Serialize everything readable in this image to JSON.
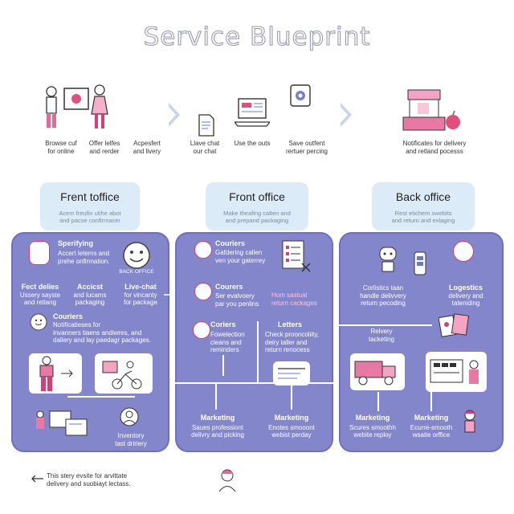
{
  "title": "Service Blueprint",
  "top_captions": [
    "Browse cuf\nfor online",
    "Offer lelfes\nand rerder",
    "Acpesfert\nand livery",
    "Llave chat\nour chat",
    "Use the outs",
    "Save outfent\nrertuer percing",
    "Notificates for delivery\nand retland pocesss"
  ],
  "sections": [
    {
      "heading": "Frent toffice",
      "sub": "Acem freufin utihe abot\nand pacse confirmacer"
    },
    {
      "heading": "Front office",
      "sub": "Make theafing calten and\nand prepand packaging"
    },
    {
      "heading": "Back office",
      "sub": "Rest etichem swebits\nand return and exlaging"
    }
  ],
  "panel1": {
    "spec_title": "Sperifying",
    "spec_text": "Accert letems and\nprehe onfirmation.",
    "badge": "BACK OFFICE",
    "col1_title": "Fect delies",
    "col1_text": "Ussery sayste\nand retlang",
    "col2_title": "Accicst",
    "col2_text": "and lucams\npackaging",
    "col3_title": "Live-chat",
    "col3_text": "for vincanty\nfor package",
    "cour_title": "Couriers",
    "cour_text": "Notificatieses for\ninvanners tiaens andiwres, and\ndallery and lay paedagr packages.",
    "inv_title": "Inventory",
    "inv_text": "tast dririery"
  },
  "panel2": {
    "c1_title": "Couriers",
    "c1_text": "Gafdering callen\nven your gaterrey",
    "c2_title": "Courers",
    "c2_text": "Ser evalvoery\npar you penlins",
    "c2_pink": "Hom sastual\nreturn cackages",
    "c3_title": "Coriers",
    "c3_text": "Fowelection\ncleans and\nreminders",
    "letters_title": "Letters",
    "letters_text": "Check prooncoliity,\ndeiry taller and\nreturn renocess",
    "m1_title": "Marketing",
    "m1_text": "Saues professiont\ndelivry and picking",
    "m2_title": "Marketing",
    "m2_text": "Enotes smooont\nwebist perday"
  },
  "panel3": {
    "l1_title": "Corlistics taan",
    "l1_text": "handle delivvery\nreturn pecoding",
    "l2_title": "Logestics",
    "l2_text": "delivery and\ntateniding",
    "relv_title": "Relvery",
    "relv_text": "tacketing",
    "m1_title": "Marketing",
    "m1_text": "Scures smoothh\nwebite reploy",
    "m2_title": "Marketing",
    "m2_text": "Ecurre-smooth\nwsatie orffice"
  },
  "footer_note": "This stery evsite for arvittate\ndelivery and suobiayt lectass.",
  "colors": {
    "panel": "#8486cc",
    "header": "#dcebf8",
    "accent_pink": "#d43f7a",
    "chevron": "#c9d2ef"
  }
}
